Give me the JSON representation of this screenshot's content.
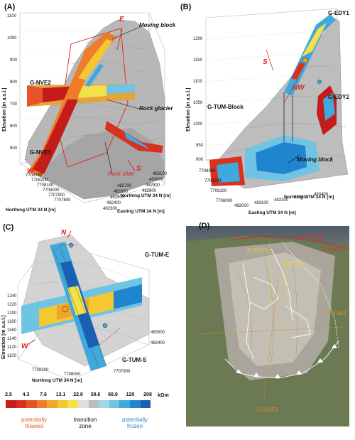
{
  "panels": {
    "a": {
      "label": "(A)",
      "y_axis_label": "Elevation [m a.s.l.]",
      "y_ticks": [
        "1100",
        "1000",
        "900",
        "800",
        "700",
        "600",
        "500"
      ],
      "northing_label": "Northing UTM 34 N [m]",
      "northing_ticks": [
        "7708300",
        "7708200",
        "7708100",
        "7708000",
        "7707900",
        "7707800"
      ],
      "easting_label": "Easting UTM 34 N [m]",
      "easting_ticks": [
        "482300",
        "482400",
        "482500",
        "482600",
        "482700",
        "482800",
        "482900",
        "483000",
        "483100"
      ],
      "northing_right_label": "Northing UTM 34 N [m]",
      "annotations": {
        "moving_block": "Moving block",
        "rock_glacier": "Rock glacier",
        "rock_slide": "Rock slide",
        "g_nve2": "G-NVE2",
        "g_nve1": "G-NVE1"
      },
      "directions": {
        "e": "E",
        "s": "S",
        "w": "W"
      }
    },
    "b": {
      "label": "(B)",
      "y_axis_label": "Elevation [m a.s.l.]",
      "y_ticks": [
        "1200",
        "1150",
        "1100",
        "1050",
        "1000",
        "950",
        "900"
      ],
      "northing_ticks": [
        "7708300",
        "7708200",
        "7708100",
        "7708000"
      ],
      "northing_label": "Northing UTM 34 N [m]",
      "easting_ticks": [
        "483000",
        "483100",
        "483200",
        "483300",
        "483400"
      ],
      "easting_label": "Easting UTM 34 N [m]",
      "annotations": {
        "g_edy1": "G-EDY1",
        "g_edy2": "G-EDY2",
        "g_tum_block": "G-TUM-Block",
        "moving_block": "Moving block"
      },
      "directions": {
        "s": "S",
        "nw": "NW"
      }
    },
    "c": {
      "label": "(C)",
      "y_axis_label": "Elevation [m a.s.l.]",
      "y_ticks": [
        "1240",
        "1220",
        "1200",
        "1180",
        "1160",
        "1140",
        "1120",
        "1100"
      ],
      "northing_label": "Northing UTM 34 N [m]",
      "northing_ticks": [
        "7708100",
        "7708000",
        "7707900"
      ],
      "easting_ticks": [
        "483500",
        "483400"
      ],
      "annotations": {
        "g_tum_e": "G-TUM-E",
        "g_tum_s": "G-TUM-S"
      },
      "directions": {
        "n": "N",
        "w": "W"
      }
    },
    "d": {
      "label": "(D)",
      "annotations": {
        "g_tum_e": "G-TUM-E",
        "g_tum_s": "G-TUM-S",
        "g_edy1": "G-EDY1",
        "g_edy2": "G-EDY2",
        "g_nve2": "G-NVE2",
        "g_nve1": "G-NVE1"
      }
    }
  },
  "legend": {
    "ticks": [
      "2.5",
      "4.3",
      "7.6",
      "13.1",
      "22.8",
      "39.6",
      "68.9",
      "120",
      "208"
    ],
    "unit": "kΩm",
    "colors": [
      "#c41b1b",
      "#d9311e",
      "#e6552a",
      "#ef7c2a",
      "#f2a52b",
      "#f5c732",
      "#f4e04a",
      "#dedede",
      "#bdbdbd",
      "#9fd7e8",
      "#6fc3e3",
      "#3fa8dc",
      "#1f85cf",
      "#1760b6"
    ],
    "categories": {
      "thawed": "potentially\nthawed",
      "transition": "transition\nzone",
      "frozen": "potentially\nfrozen"
    },
    "category_colors": {
      "thawed": "#e0621e",
      "transition": "#111111",
      "frozen": "#2b86c8"
    }
  }
}
